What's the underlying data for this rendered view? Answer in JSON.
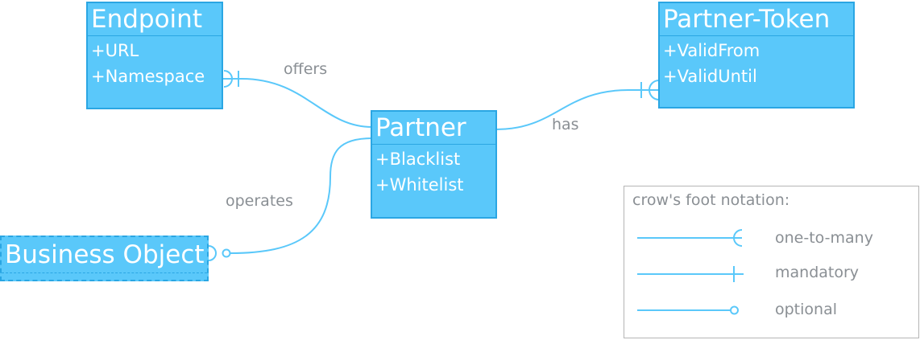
{
  "colors": {
    "entity_fill": "#5ac8fa",
    "entity_border": "#2aa6e3",
    "connector": "#5ac8fa",
    "label_text": "#8a8f94",
    "legend_border": "#b5b5b5"
  },
  "entities": {
    "endpoint": {
      "title": "Endpoint",
      "attributes": [
        "+URL",
        "+Namespace"
      ]
    },
    "partner_token": {
      "title": "Partner-Token",
      "attributes": [
        "+ValidFrom",
        "+ValidUntil"
      ]
    },
    "partner": {
      "title": "Partner",
      "attributes": [
        "+Blacklist",
        "+Whitelist"
      ]
    },
    "business_object": {
      "title": "Business Object",
      "attributes": []
    }
  },
  "relationships": {
    "offers": "offers",
    "has": "has",
    "operates": "operates"
  },
  "legend": {
    "title": "crow's foot notation:",
    "items": [
      "one-to-many",
      "mandatory",
      "optional"
    ]
  }
}
